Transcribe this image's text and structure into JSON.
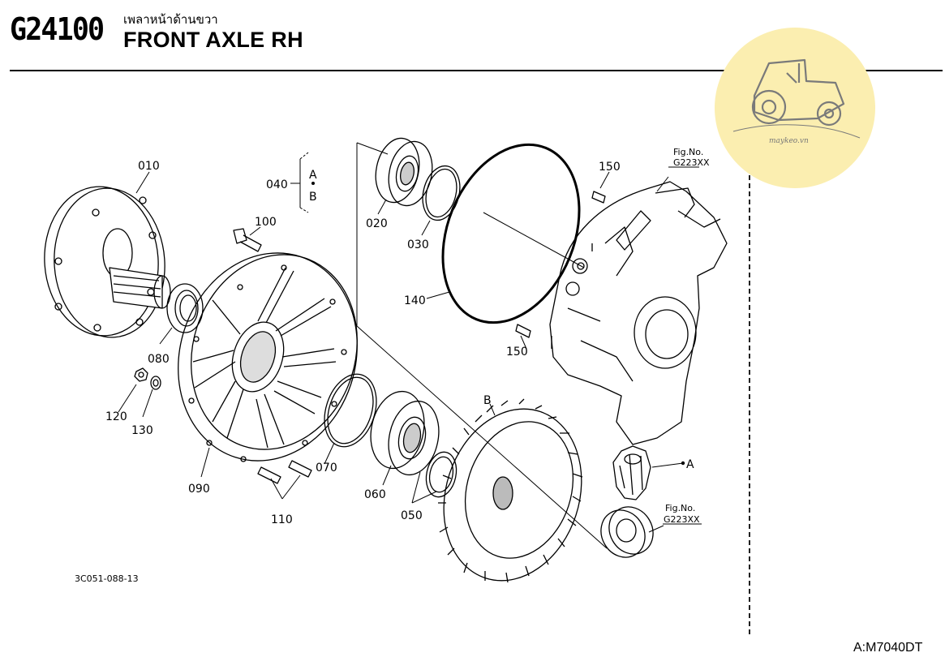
{
  "header": {
    "code": "G24100",
    "title_thai": "เพลาหน้าด้านขวา",
    "title_en": "FRONT AXLE RH"
  },
  "watermark": {
    "text": "maykeo.vn",
    "icon": "tractor-icon",
    "color": "#fbeeb0"
  },
  "parts": {
    "p010": "010",
    "p020": "020",
    "p030": "030",
    "p040": "040",
    "p050": "050",
    "p060": "060",
    "p070": "070",
    "p080": "080",
    "p090": "090",
    "p100": "100",
    "p110": "110",
    "p120": "120",
    "p130": "130",
    "p140": "140",
    "p150a": "150",
    "p150b": "150"
  },
  "callouts": {
    "A": "A",
    "B": "B",
    "bracket_A": "A",
    "bracket_B": "B"
  },
  "figrefs": [
    {
      "label": "Fig.No.",
      "ref": "G223XX"
    },
    {
      "label": "Fig.No.",
      "ref": "G223XX"
    }
  ],
  "drawing_code": "3C051-088-13",
  "footer": {
    "model": "A:M7040DT"
  }
}
